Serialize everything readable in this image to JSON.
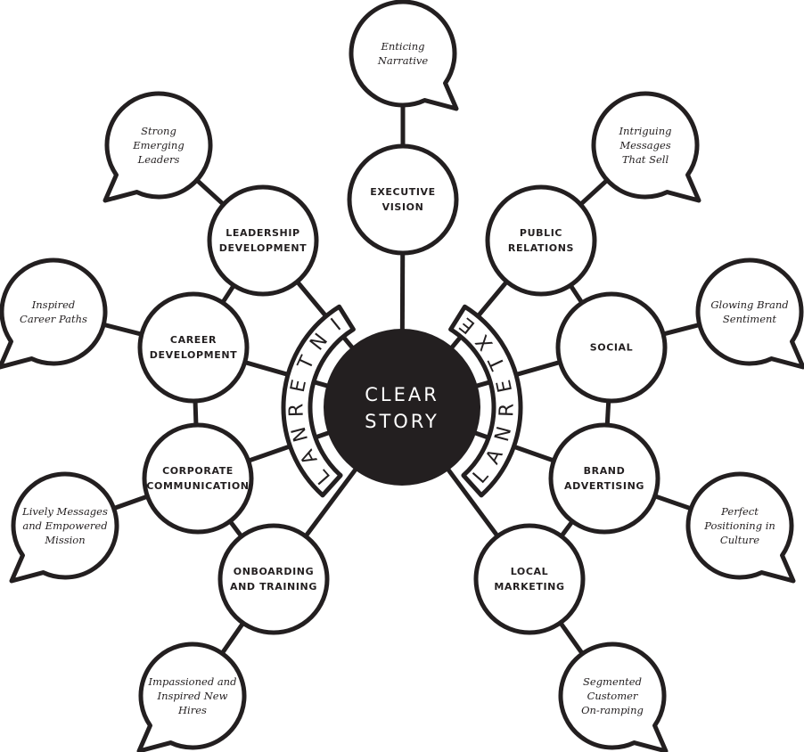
{
  "center": {
    "lines": [
      "CLEAR",
      "STORY"
    ]
  },
  "bands": {
    "internal": "INTERNAL",
    "external": "EXTERNAL"
  },
  "nodes": [
    {
      "id": "executive-vision",
      "lines": [
        "EXECUTIVE",
        "VISION"
      ],
      "bubble": [
        "Enticing",
        "Narrative"
      ]
    },
    {
      "id": "leadership-development",
      "lines": [
        "LEADERSHIP",
        "DEVELOPMENT"
      ],
      "bubble": [
        "Strong",
        "Emerging",
        "Leaders"
      ]
    },
    {
      "id": "career-development",
      "lines": [
        "CAREER",
        "DEVELOPMENT"
      ],
      "bubble": [
        "Inspired",
        "Career Paths"
      ]
    },
    {
      "id": "corporate-communication",
      "lines": [
        "CORPORATE",
        "COMMUNICATION"
      ],
      "bubble": [
        "Lively Messages",
        "and Empowered",
        "Mission"
      ]
    },
    {
      "id": "onboarding-and-training",
      "lines": [
        "ONBOARDING",
        "AND TRAINING"
      ],
      "bubble": [
        "Impassioned and",
        "Inspired New",
        "Hires"
      ]
    },
    {
      "id": "public-relations",
      "lines": [
        "PUBLIC",
        "RELATIONS"
      ],
      "bubble": [
        "Intriguing",
        "Messages",
        "That Sell"
      ]
    },
    {
      "id": "social",
      "lines": [
        "SOCIAL"
      ],
      "bubble": [
        "Glowing Brand",
        "Sentiment"
      ]
    },
    {
      "id": "brand-advertising",
      "lines": [
        "BRAND",
        "ADVERTISING"
      ],
      "bubble": [
        "Perfect",
        "Positioning in",
        "Culture"
      ]
    },
    {
      "id": "local-marketing",
      "lines": [
        "LOCAL",
        "MARKETING"
      ],
      "bubble": [
        "Segmented",
        "Customer",
        "On-ramping"
      ]
    }
  ]
}
